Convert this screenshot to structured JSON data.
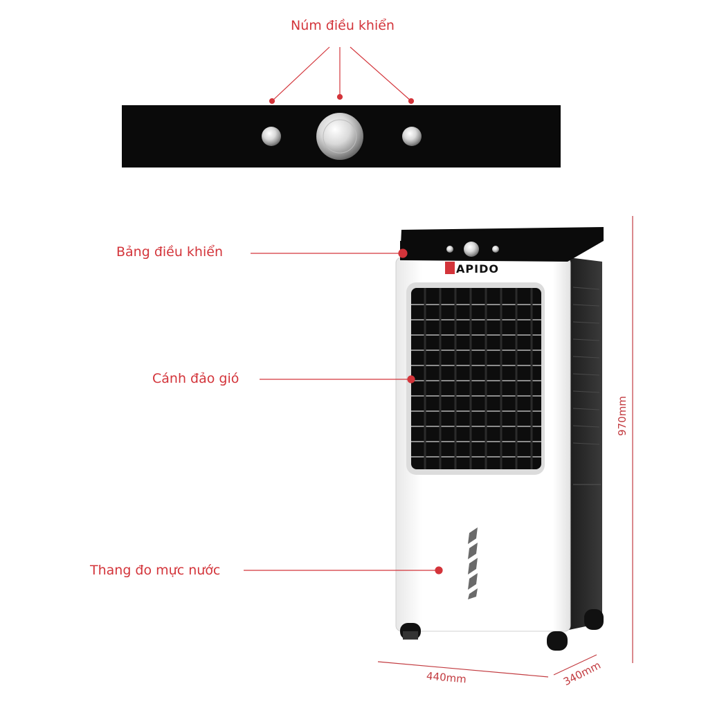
{
  "labels": {
    "knob": "Núm điều khiển",
    "control_panel": "Bảng điều khiển",
    "louver": "Cánh đảo gió",
    "water_gauge": "Thang đo mực nước"
  },
  "dimensions": {
    "height": "970mm",
    "width": "440mm",
    "depth": "340mm"
  },
  "brand": {
    "logo_text": "APIDO"
  },
  "colors": {
    "accent_red": "#d3343a",
    "panel_black": "#0a0a0a",
    "body_white": "#ffffff",
    "side_gray": "#2a2a2a"
  }
}
